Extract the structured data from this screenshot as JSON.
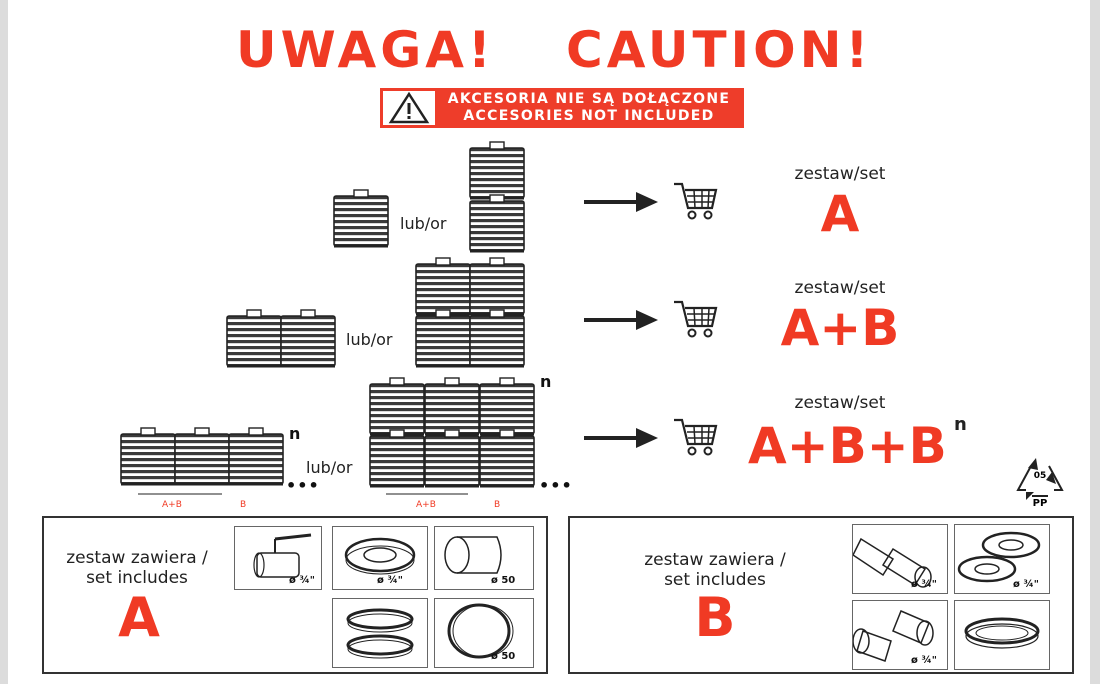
{
  "heading": {
    "left": "UWAGA!",
    "right": "CAUTION!"
  },
  "warning": {
    "line_pl": "AKCESORIA NIE SĄ DOŁĄCZONE",
    "line_en": "ACCESORIES NOT INCLUDED"
  },
  "or_label": "lub/or",
  "set_word": "zestaw/set",
  "sets": [
    {
      "name": "A"
    },
    {
      "name": "A+B"
    },
    {
      "name": "A+B+B",
      "sup": "n"
    }
  ],
  "n_mark": "n",
  "dots": "•••",
  "tank_labels": {
    "ab": "A+B",
    "b": "B"
  },
  "recycle": {
    "code": "05",
    "material": "PP"
  },
  "includes": {
    "label_line1": "zestaw zawiera /",
    "label_line2": "set includes",
    "A": {
      "letter": "A",
      "parts": [
        {
          "icon": "ball-valve",
          "dim": "ø ¾\""
        },
        {
          "icon": "flange-gasket",
          "dim": "ø ¾\""
        },
        {
          "icon": "cylinder-cap",
          "dim": "ø 50"
        },
        {
          "icon": "rubber-seals",
          "dim": ""
        },
        {
          "icon": "round-cap",
          "dim": "ø 50"
        }
      ]
    },
    "B": {
      "letter": "B",
      "parts": [
        {
          "icon": "pipe-connector",
          "dim": "ø ¾\""
        },
        {
          "icon": "flange-pair",
          "dim": "ø ¾\""
        },
        {
          "icon": "pipe-nipples",
          "dim": "ø ¾\""
        },
        {
          "icon": "rubber-seal-ring",
          "dim": ""
        }
      ]
    }
  },
  "colors": {
    "accent": "#f03a24",
    "ink": "#222222"
  }
}
